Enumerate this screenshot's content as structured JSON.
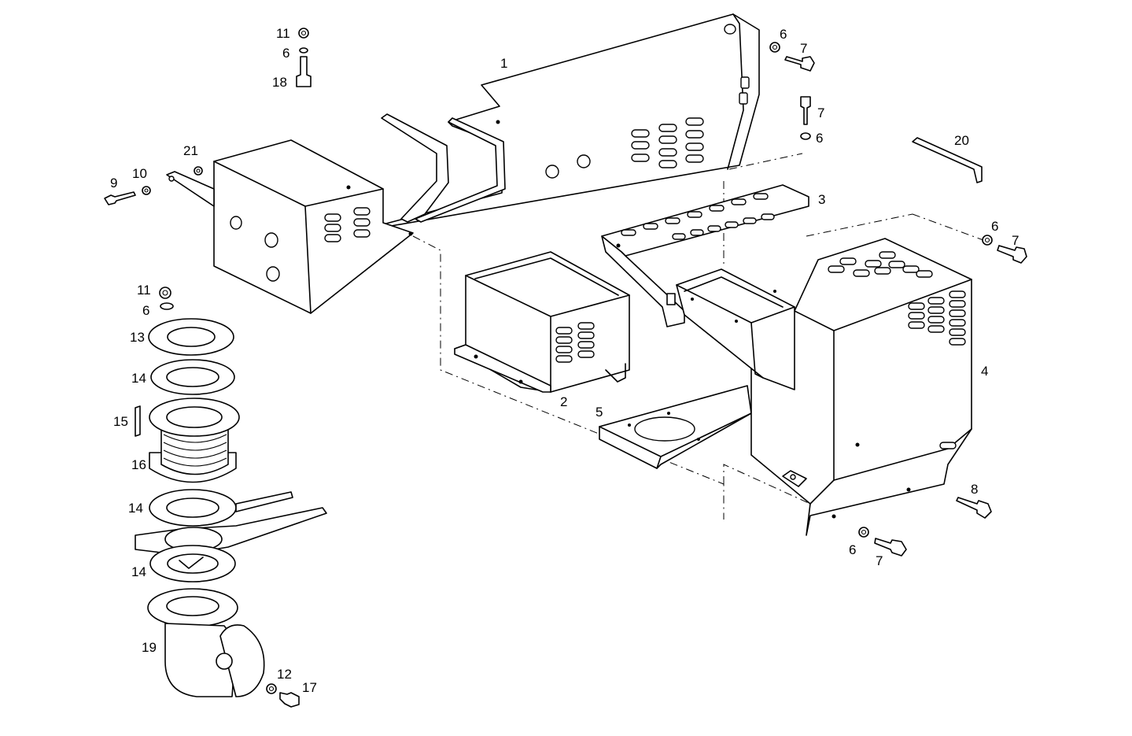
{
  "colors": {
    "line": "#000000",
    "background": "#ffffff"
  },
  "callouts": {
    "p1": "1",
    "p2": "2",
    "p3": "3",
    "p4": "4",
    "p5": "5",
    "p6a": "6",
    "p6b": "6",
    "p6c": "6",
    "p6d": "6",
    "p6e": "6",
    "p6f": "6",
    "p7a": "7",
    "p7b": "7",
    "p7c": "7",
    "p7d": "7",
    "p8": "8",
    "p9": "9",
    "p10": "10",
    "p11a": "11",
    "p11b": "11",
    "p12": "12",
    "p13": "13",
    "p14a": "14",
    "p14b": "14",
    "p14c": "14",
    "p15": "15",
    "p16": "16",
    "p17": "17",
    "p18": "18",
    "p19": "19",
    "p20": "20",
    "p21": "21"
  }
}
